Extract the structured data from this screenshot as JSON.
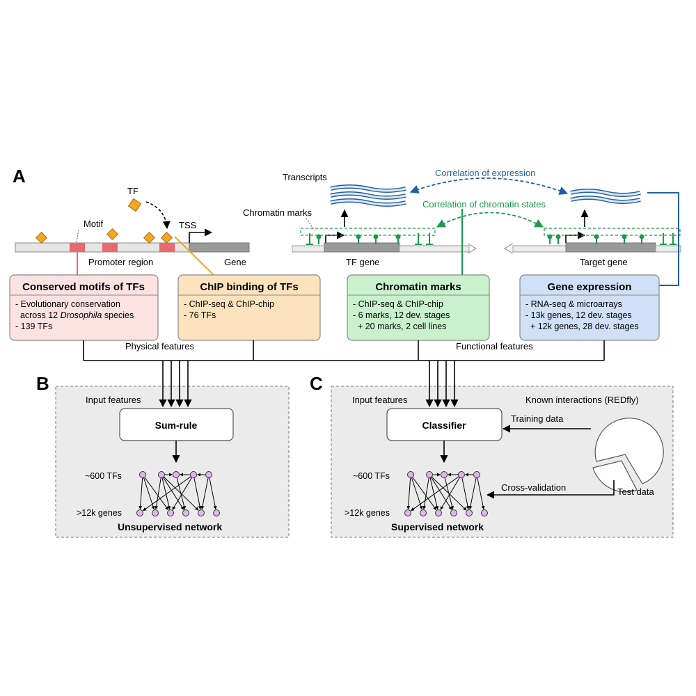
{
  "panels": {
    "a": "A",
    "b": "B",
    "c": "C"
  },
  "top": {
    "tf_label": "TF",
    "motif_label": "Motif",
    "tss_label": "TSS",
    "promoter_label": "Promoter region",
    "gene_label": "Gene",
    "transcripts_label": "Transcripts",
    "chromatin_marks_label": "Chromatin marks",
    "corr_expression": "Correlation of expression",
    "corr_chromatin": "Correlation of chromatin states",
    "tf_gene_label": "TF gene",
    "target_gene_label": "Target gene"
  },
  "boxes": [
    {
      "title": "Conserved motifs of TFs",
      "lines": [
        "- Evolutionary conservation",
        "  across 12 ",
        "Drosophila",
        " species",
        "- 139 TFs"
      ]
    },
    {
      "title": "ChIP binding of TFs",
      "lines": [
        "- ChIP-seq & ChIP-chip",
        "- 76 TFs"
      ]
    },
    {
      "title": "Chromatin marks",
      "lines": [
        "- ChIP-seq & ChIP-chip",
        "- 6 marks, 12 dev. stages",
        "  + 20 marks, 2 cell lines"
      ]
    },
    {
      "title": "Gene expression",
      "lines": [
        "- RNA-seq & microarrays",
        "- 13k genes, 12 dev. stages",
        "  + 12k genes, 28 dev. stages"
      ]
    }
  ],
  "feature_groups": {
    "physical": "Physical features",
    "functional": "Functional features"
  },
  "panel_b": {
    "input_features": "Input features",
    "method": "Sum-rule",
    "tfs_label": "~600 TFs",
    "genes_label": ">12k genes",
    "network_label": "Unsupervised network"
  },
  "panel_c": {
    "input_features": "Input features",
    "method": "Classifier",
    "known_interactions": "Known interactions (REDfly)",
    "training_data": "Training data",
    "cross_validation": "Cross-validation",
    "test_data": "Test data",
    "tfs_label": "~600 TFs",
    "genes_label": ">12k genes",
    "network_label": "Supervised network"
  },
  "colors": {
    "motif_box": "#fde2e2",
    "motif_border": "#e9696f",
    "chip_box": "#fde3bd",
    "chip_border": "#f5a623",
    "chromatin_box": "#c9f2cc",
    "chromatin_border": "#1a9a4a",
    "expression_box": "#cfe0f7",
    "expression_border": "#1f5fa8",
    "node_fill": "#e4b3ef",
    "tf_diamond": "#f6a623"
  }
}
